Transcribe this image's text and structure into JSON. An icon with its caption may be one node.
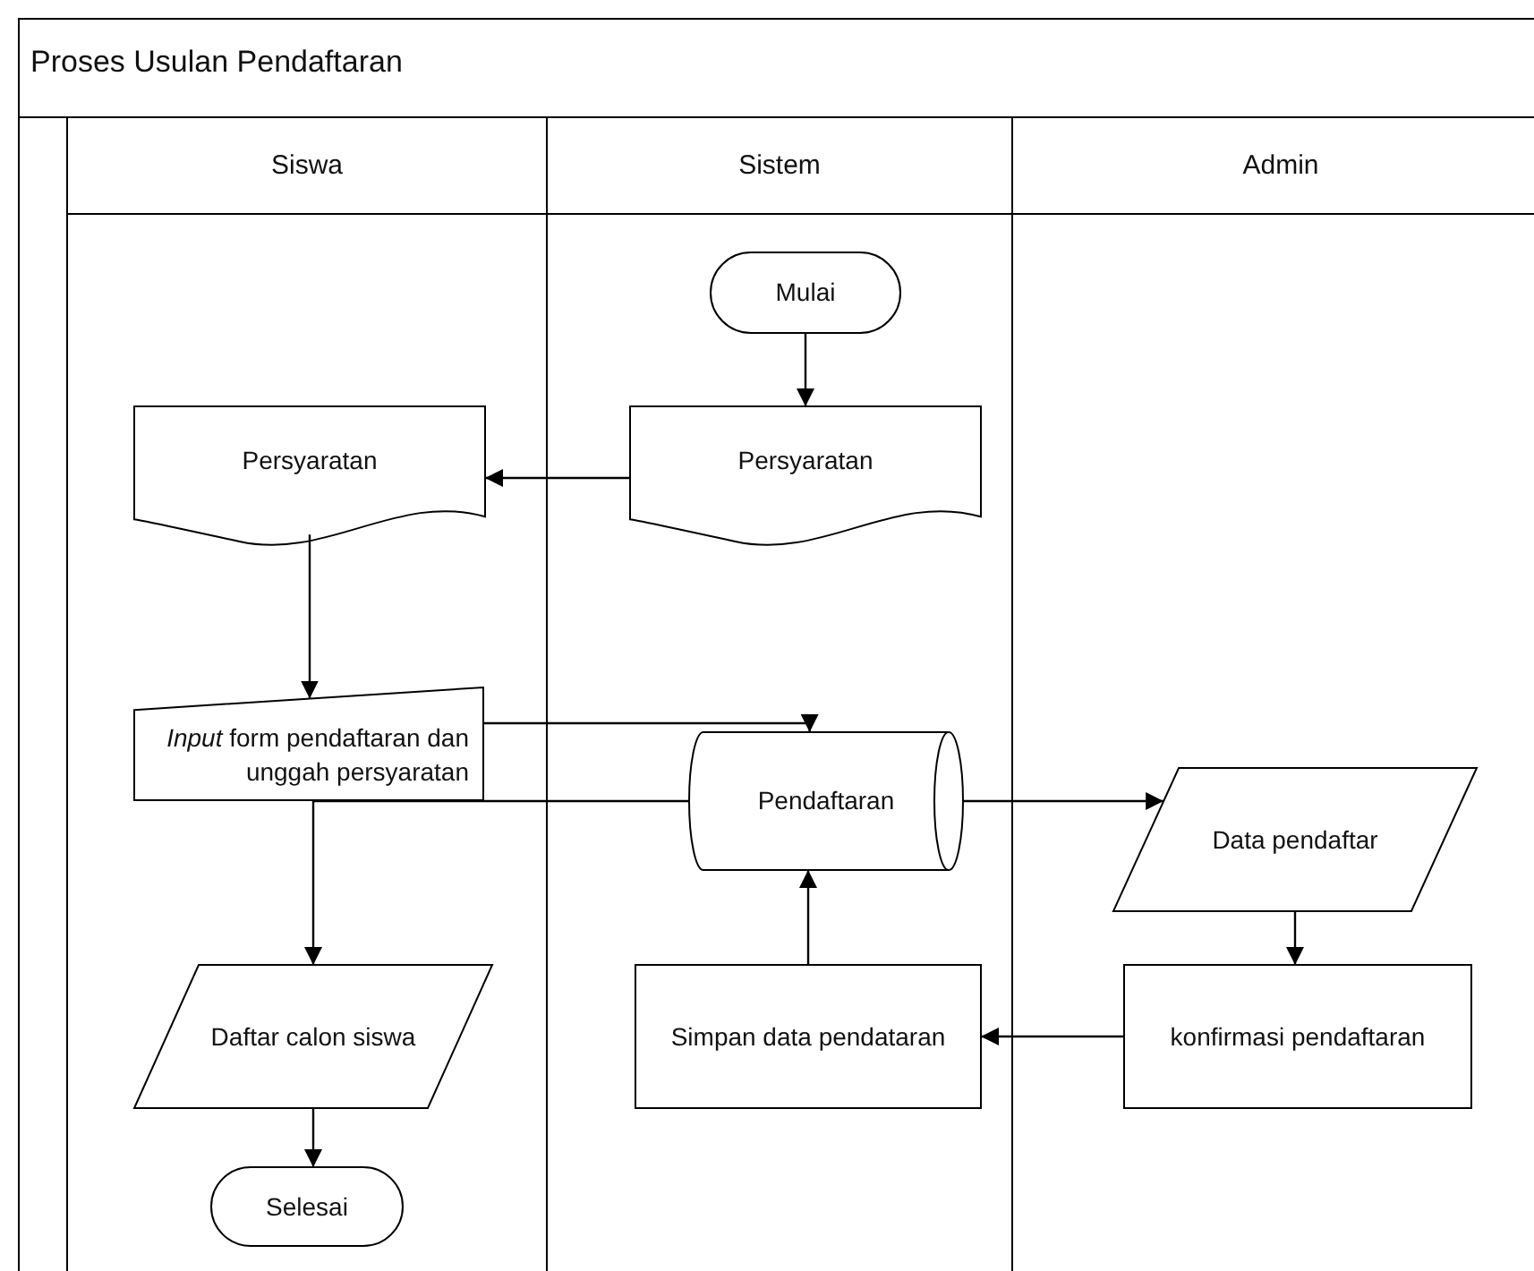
{
  "diagram": {
    "nodes": [
      {
        "text": [
          "Proses Usulan Pendaftaran"
        ]
      },
      {
        "text": [
          "Siswa"
        ],
        "in": 0
      },
      {
        "text": [
          "Sistem"
        ],
        "in": 0
      },
      {
        "text": [
          "Admin"
        ],
        "in": 0
      },
      {
        "text": [
          "Mulai"
        ],
        "in": 2
      },
      {
        "text": [
          "Persyaratan"
        ],
        "in": 2
      },
      {
        "text": [
          "Persyaratan"
        ],
        "in": 1
      },
      {
        "text": [
          "*Input* form pendaftaran dan unggah persyaratan"
        ],
        "in": 1
      },
      {
        "text": [
          "Pendaftaran"
        ],
        "in": 2
      },
      {
        "text": [
          "Data pendaftar"
        ],
        "in": 3
      },
      {
        "text": [
          "Daftar calon siswa"
        ],
        "in": 1
      },
      {
        "text": [
          "Simpan data pendataran"
        ],
        "in": 2
      },
      {
        "text": [
          "konfirmasi pendaftaran"
        ],
        "in": 3
      },
      {
        "text": [
          "Selesai"
        ],
        "in": 1
      }
    ],
    "edges": [
      {
        "from": 4,
        "to": 5,
        "arrow": "to"
      },
      {
        "from": 5,
        "to": 6,
        "arrow": "to"
      },
      {
        "from": 6,
        "to": 7,
        "arrow": "to"
      },
      {
        "from": 7,
        "to": 8,
        "arrow": "to"
      },
      {
        "from": 8,
        "to": 9,
        "arrow": "to"
      },
      {
        "from": 9,
        "to": 12,
        "arrow": "to"
      },
      {
        "from": 12,
        "to": 11,
        "arrow": "to"
      },
      {
        "from": 11,
        "to": 8,
        "arrow": "to"
      },
      {
        "from": 8,
        "to": 10,
        "arrow": "to"
      },
      {
        "from": 10,
        "to": 13,
        "arrow": "to"
      }
    ]
  }
}
